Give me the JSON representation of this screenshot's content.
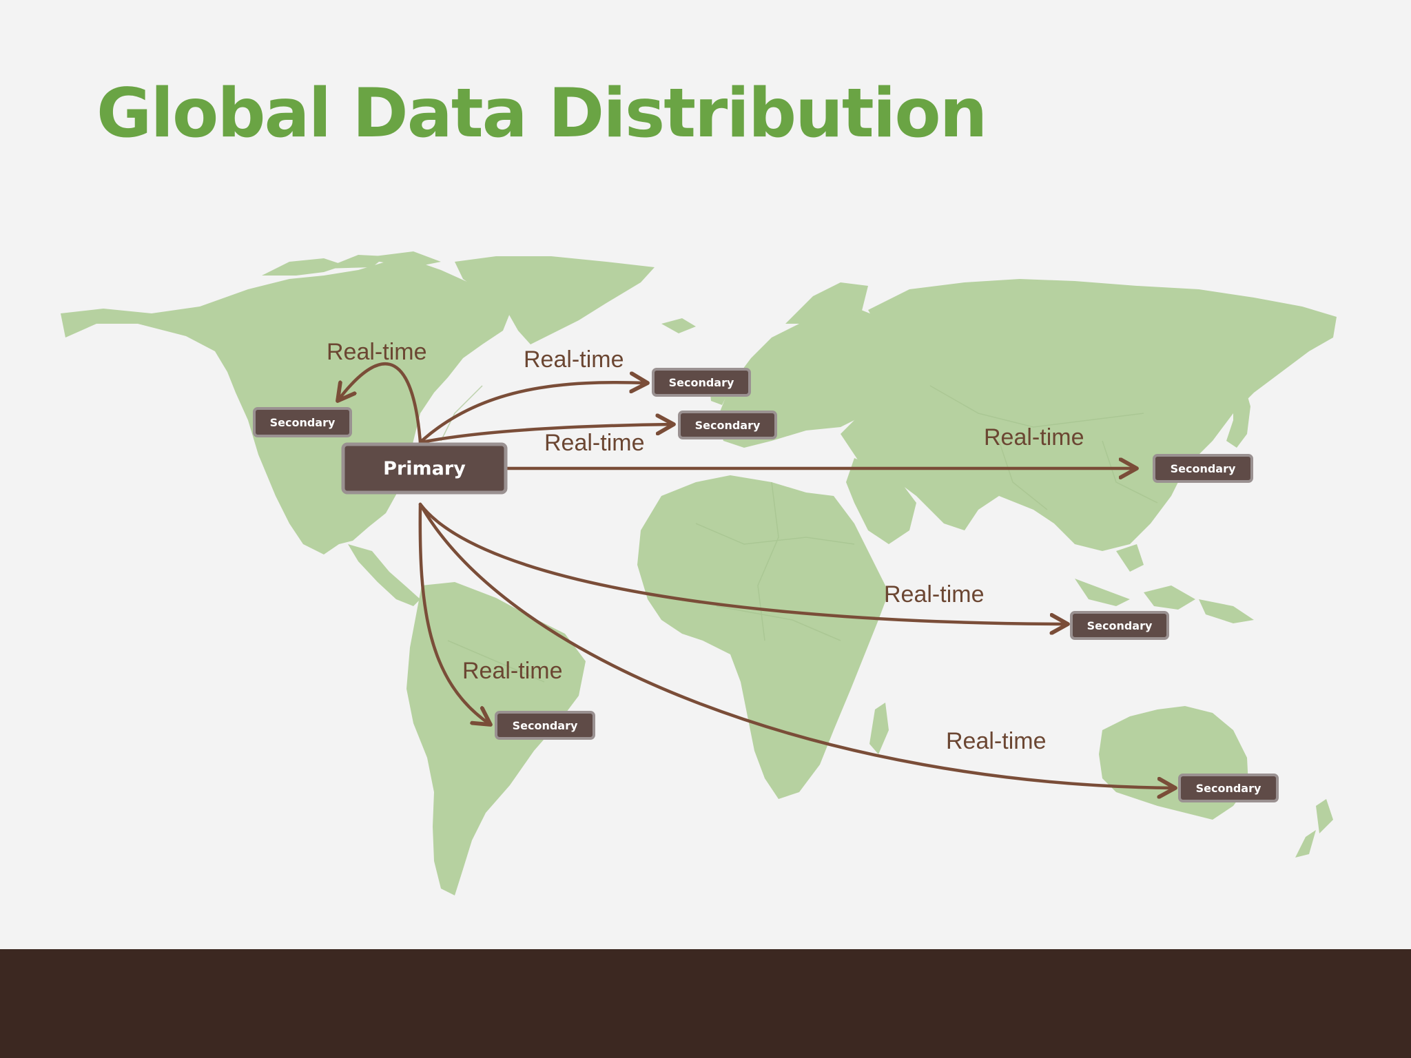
{
  "title": "Global Data Distribution",
  "colors": {
    "title": "#6aa444",
    "land": "#b6d1a0",
    "border": "#a6c38f",
    "arrow": "#7a4d38",
    "node_fill": "#5f4b47",
    "node_stroke": "#9a9191",
    "footer": "#3c2821",
    "background": "#f3f3f3"
  },
  "diagram": {
    "primary": {
      "label": "Primary"
    },
    "secondaries": [
      {
        "id": "north-america-west",
        "label": "Secondary",
        "edge_label": "Real-time"
      },
      {
        "id": "europe-north",
        "label": "Secondary",
        "edge_label": "Real-time"
      },
      {
        "id": "europe-south",
        "label": "Secondary",
        "edge_label": "Real-time"
      },
      {
        "id": "east-asia",
        "label": "Secondary",
        "edge_label": "Real-time"
      },
      {
        "id": "southeast-asia",
        "label": "Secondary",
        "edge_label": "Real-time"
      },
      {
        "id": "south-america",
        "label": "Secondary",
        "edge_label": "Real-time"
      },
      {
        "id": "australia",
        "label": "Secondary",
        "edge_label": "Real-time"
      }
    ]
  },
  "map": {
    "icon": "world-map-icon"
  }
}
